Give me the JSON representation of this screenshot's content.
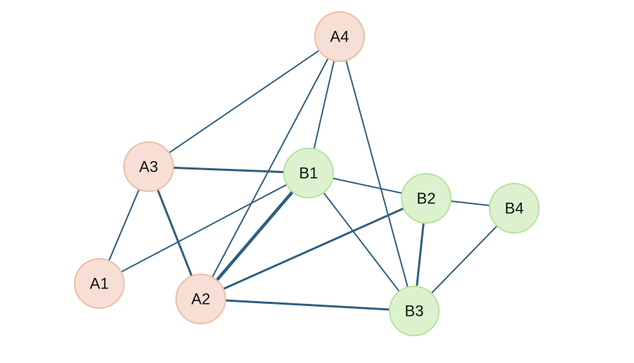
{
  "graph": {
    "groups": {
      "A": {
        "fill": "#f6dfd4",
        "stroke": "#f0bda6"
      },
      "B": {
        "fill": "#dcf2cf",
        "stroke": "#b6e39c"
      }
    },
    "nodes": [
      {
        "id": "A1",
        "label": "A1",
        "group": "A"
      },
      {
        "id": "A2",
        "label": "A2",
        "group": "A"
      },
      {
        "id": "A3",
        "label": "A3",
        "group": "A"
      },
      {
        "id": "A4",
        "label": "A4",
        "group": "A"
      },
      {
        "id": "B1",
        "label": "B1",
        "group": "B"
      },
      {
        "id": "B2",
        "label": "B2",
        "group": "B"
      },
      {
        "id": "B3",
        "label": "B3",
        "group": "B"
      },
      {
        "id": "B4",
        "label": "B4",
        "group": "B"
      }
    ],
    "edges": [
      {
        "source": "A4",
        "target": "A3",
        "weight": 1
      },
      {
        "source": "A4",
        "target": "A2",
        "weight": 1
      },
      {
        "source": "A4",
        "target": "B1",
        "weight": 1
      },
      {
        "source": "A4",
        "target": "B3",
        "weight": 1
      },
      {
        "source": "A3",
        "target": "B1",
        "weight": 2
      },
      {
        "source": "A3",
        "target": "A1",
        "weight": 1
      },
      {
        "source": "A3",
        "target": "A2",
        "weight": 2
      },
      {
        "source": "A1",
        "target": "B1",
        "weight": 1
      },
      {
        "source": "A2",
        "target": "B1",
        "weight": 3
      },
      {
        "source": "A2",
        "target": "B2",
        "weight": 2
      },
      {
        "source": "A2",
        "target": "B3",
        "weight": 2
      },
      {
        "source": "B1",
        "target": "B2",
        "weight": 1
      },
      {
        "source": "B1",
        "target": "B3",
        "weight": 1
      },
      {
        "source": "B2",
        "target": "B3",
        "weight": 2
      },
      {
        "source": "B2",
        "target": "B4",
        "weight": 1
      },
      {
        "source": "B4",
        "target": "B3",
        "weight": 1
      }
    ]
  }
}
